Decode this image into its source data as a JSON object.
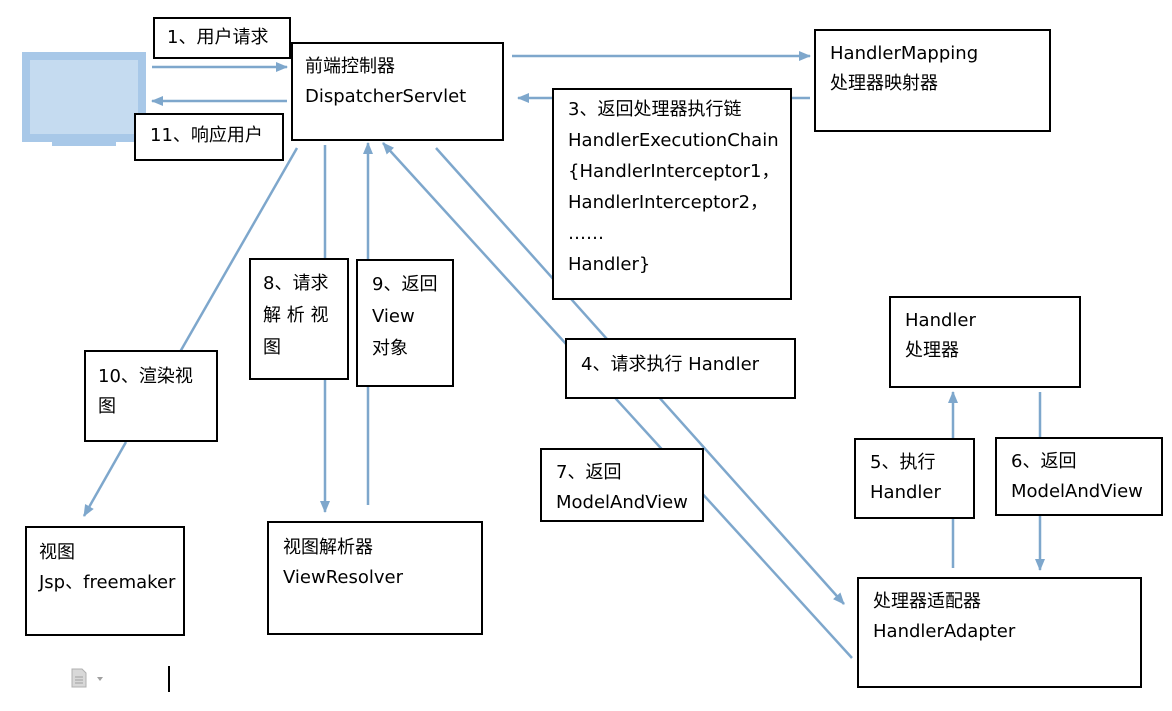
{
  "colors": {
    "arrow": "#7ea7cc",
    "monitor_screen": "#c5dbf0",
    "monitor_frame": "#a8c8e8",
    "box_border": "#000000"
  },
  "boxes": {
    "user_request": [
      "1、用户请求"
    ],
    "dispatcher": [
      "前端控制器",
      "DispatcherServlet"
    ],
    "respond_user": [
      "11、响应用户"
    ],
    "handler_mapping": [
      "HandlerMapping",
      "处理器映射器"
    ],
    "execution_chain": [
      "3、返回处理器执行链",
      "HandlerExecutionChain",
      "{HandlerInterceptor1，",
      "HandlerInterceptor2，",
      "……",
      "Handler}"
    ],
    "request_resolve_view": [
      "8、请求",
      "解 析 视",
      "图"
    ],
    "return_view_object": [
      "9、返回",
      "View",
      "对象"
    ],
    "render_view": [
      "10、渲染视",
      "图"
    ],
    "request_execute_handler": [
      "4、请求执行 Handler"
    ],
    "handler": [
      "Handler",
      "处理器"
    ],
    "execute_handler": [
      "5、执行",
      "Handler"
    ],
    "return_modelandview_6": [
      "6、返回",
      "ModelAndView"
    ],
    "return_modelandview_7": [
      "7、返回",
      "ModelAndView"
    ],
    "view": [
      "视图",
      "Jsp、freemaker"
    ],
    "view_resolver": [
      "视图解析器",
      "ViewResolver"
    ],
    "handler_adapter": [
      "处理器适配器",
      "HandlerAdapter"
    ]
  },
  "icons": {
    "monitor": "monitor-icon",
    "document": "document-icon"
  }
}
